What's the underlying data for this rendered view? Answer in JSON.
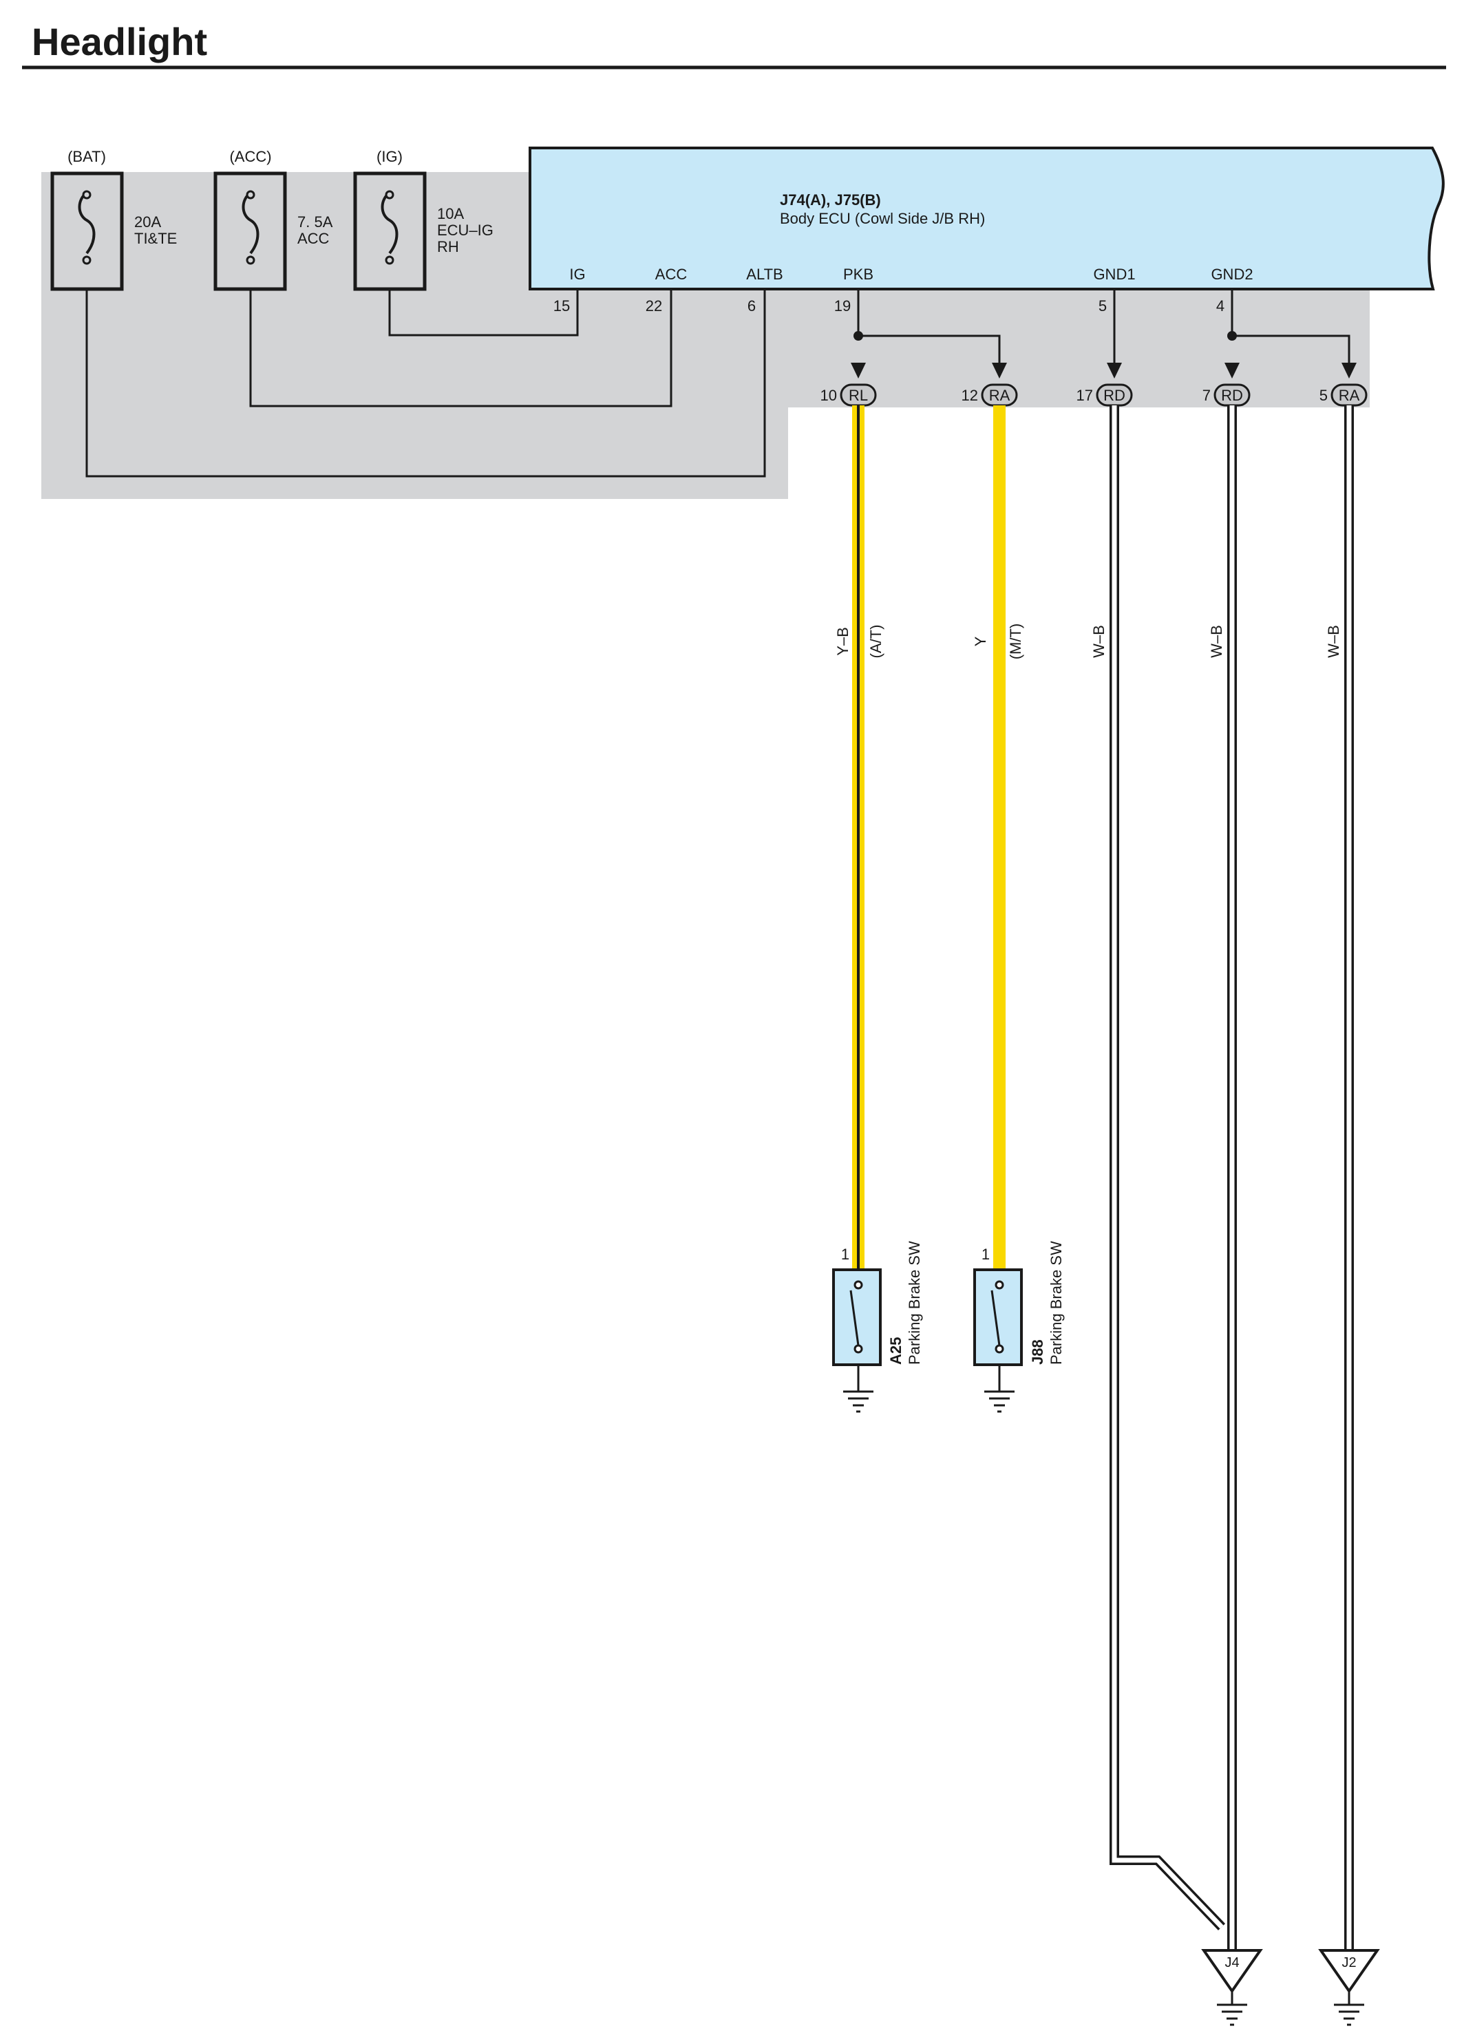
{
  "title": "Headlight",
  "fuses": [
    {
      "source": "(BAT)",
      "rating": "20A",
      "name": "TI&TE",
      "name2": ""
    },
    {
      "source": "(ACC)",
      "rating": "7. 5A",
      "name": "ACC",
      "name2": ""
    },
    {
      "source": "(IG)",
      "rating": "10A",
      "name": "ECU–IG",
      "name2": "RH"
    }
  ],
  "ecu": {
    "connectors": "J74(A), J75(B)",
    "name": "Body ECU (Cowl Side J/B RH)",
    "terminals": [
      {
        "label": "IG",
        "pin": "15"
      },
      {
        "label": "ACC",
        "pin": "22"
      },
      {
        "label": "ALTB",
        "pin": "6"
      },
      {
        "label": "PKB",
        "pin": "19"
      },
      {
        "label": "GND1",
        "pin": "5"
      },
      {
        "label": "GND2",
        "pin": "4"
      }
    ]
  },
  "connectors": [
    {
      "pin": "10",
      "code": "RL"
    },
    {
      "pin": "12",
      "code": "RA"
    },
    {
      "pin": "17",
      "code": "RD"
    },
    {
      "pin": "7",
      "code": "RD"
    },
    {
      "pin": "5",
      "code": "RA"
    }
  ],
  "wires": [
    {
      "color_code": "Y–B",
      "variant": "(A/T)"
    },
    {
      "color_code": "Y",
      "variant": "(M/T)"
    },
    {
      "color_code": "W–B",
      "variant": ""
    },
    {
      "color_code": "W–B",
      "variant": ""
    },
    {
      "color_code": "W–B",
      "variant": ""
    }
  ],
  "switches": [
    {
      "pin": "1",
      "id": "A25",
      "name": "Parking Brake SW"
    },
    {
      "pin": "1",
      "id": "J88",
      "name": "Parking Brake SW"
    }
  ],
  "grounds": [
    "J4",
    "J2"
  ],
  "colors": {
    "ecu_fill": "#c7e8f8",
    "shade": "#d3d4d6",
    "wire_yellow": "#f9d800",
    "ink": "#1a1a1a"
  }
}
